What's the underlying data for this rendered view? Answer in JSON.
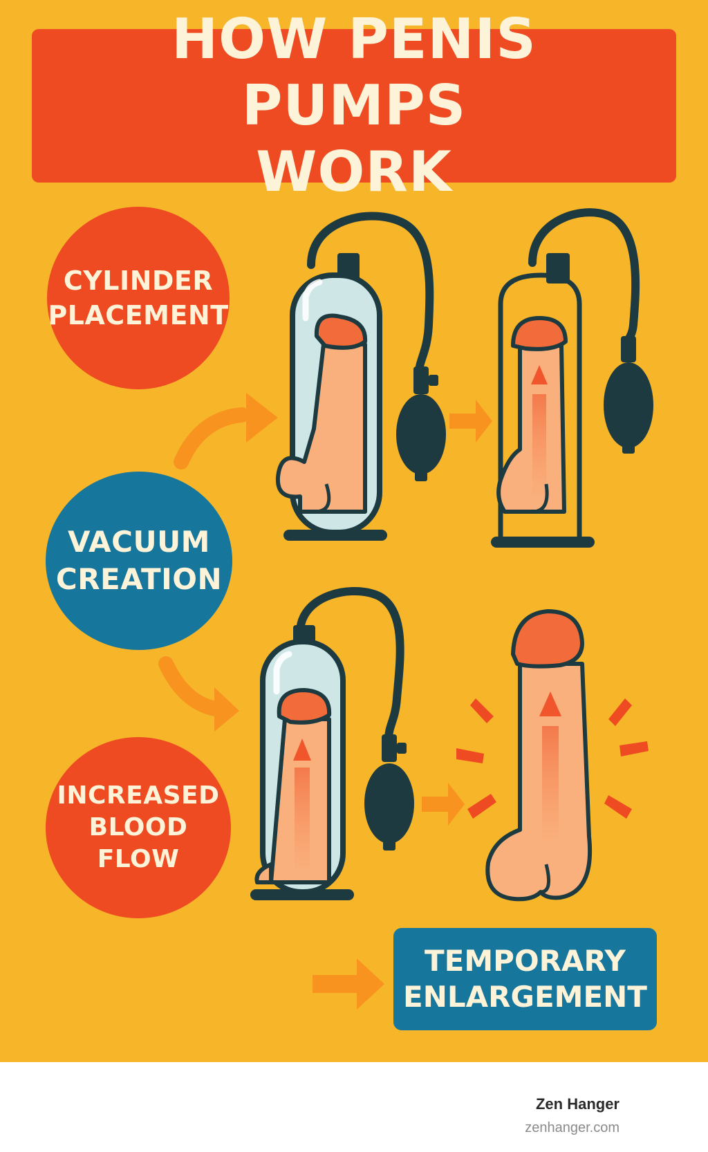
{
  "title": "HOW PENIS PUMPS\nWORK",
  "steps": [
    {
      "label": "CYLINDER\nPLACEMENT"
    },
    {
      "label": "VACUUM\nCREATION"
    },
    {
      "label": "INCREASED\nBLOOD\nFLOW"
    }
  ],
  "result": {
    "label": "TEMPORARY\nENLARGEMENT"
  },
  "footer": {
    "brand": "Zen Hanger",
    "url": "zenhanger.com"
  },
  "colors": {
    "background": "#f7b62a",
    "primary_orange": "#ee4b22",
    "primary_blue": "#16769c",
    "arrow_orange": "#f7931e",
    "skin": "#f9b07c",
    "outline": "#1d3a40",
    "text": "#fdf3d8"
  },
  "icons": [
    "vacuum-pump-illustration",
    "hand-pump-bulb-icon",
    "arrow-icon",
    "burst-lines-icon"
  ]
}
